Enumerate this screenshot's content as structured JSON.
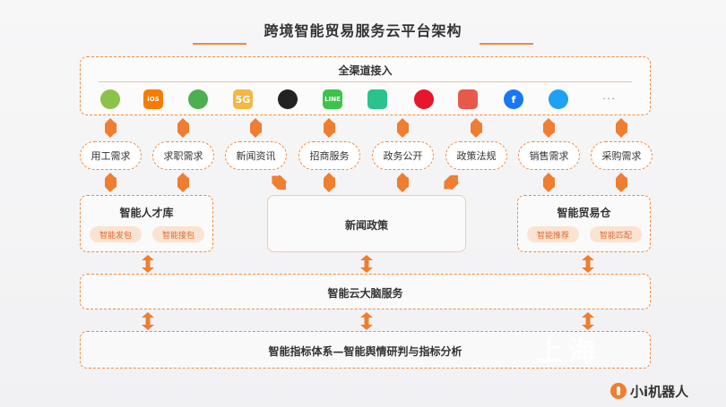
{
  "title": "跨境智能贸易服务云平台架构",
  "channel_layer": {
    "label": "全渠道接入",
    "icons": [
      {
        "name": "android-icon",
        "text": "",
        "color": "#8bc34a"
      },
      {
        "name": "ios-icon",
        "text": "iOS",
        "color": "#f57c00"
      },
      {
        "name": "wechat-icon",
        "text": "",
        "color": "#4caf50"
      },
      {
        "name": "5g-message-icon",
        "text": "5G",
        "color": "#f5b642"
      },
      {
        "name": "qq-icon",
        "text": "",
        "color": "#222222"
      },
      {
        "name": "line-icon",
        "text": "LINE",
        "color": "#3bc44b"
      },
      {
        "name": "chat-bubble-icon",
        "text": "",
        "color": "#2cc28d"
      },
      {
        "name": "weibo-icon",
        "text": "",
        "color": "#e6162d"
      },
      {
        "name": "mini-program-icon",
        "text": "",
        "color": "#e8594a"
      },
      {
        "name": "facebook-icon",
        "text": "f",
        "color": "#1877f2"
      },
      {
        "name": "twitter-icon",
        "text": "",
        "color": "#1da1f2"
      },
      {
        "name": "more-icon",
        "text": "· · ·",
        "color": "#888888"
      }
    ]
  },
  "service_pills": [
    "用工需求",
    "求职需求",
    "新闻资讯",
    "招商服务",
    "政务公开",
    "政策法规",
    "销售需求",
    "采购需求"
  ],
  "talent_box": {
    "label": "智能人才库",
    "subs": [
      "智能发包",
      "智能接包"
    ]
  },
  "news_box": {
    "label": "新闻政策"
  },
  "trade_box": {
    "label": "智能贸易仓",
    "subs": [
      "智能推荐",
      "智能匹配"
    ]
  },
  "brain_box": {
    "label": "智能云大脑服务"
  },
  "bottom_box": {
    "label": "智能指标体系—智能舆情研判与指标分析"
  },
  "watermark": "上海",
  "logo": {
    "text": "小i机器人"
  },
  "colors": {
    "accent": "#f08a3c",
    "connector": "#f07d30"
  }
}
